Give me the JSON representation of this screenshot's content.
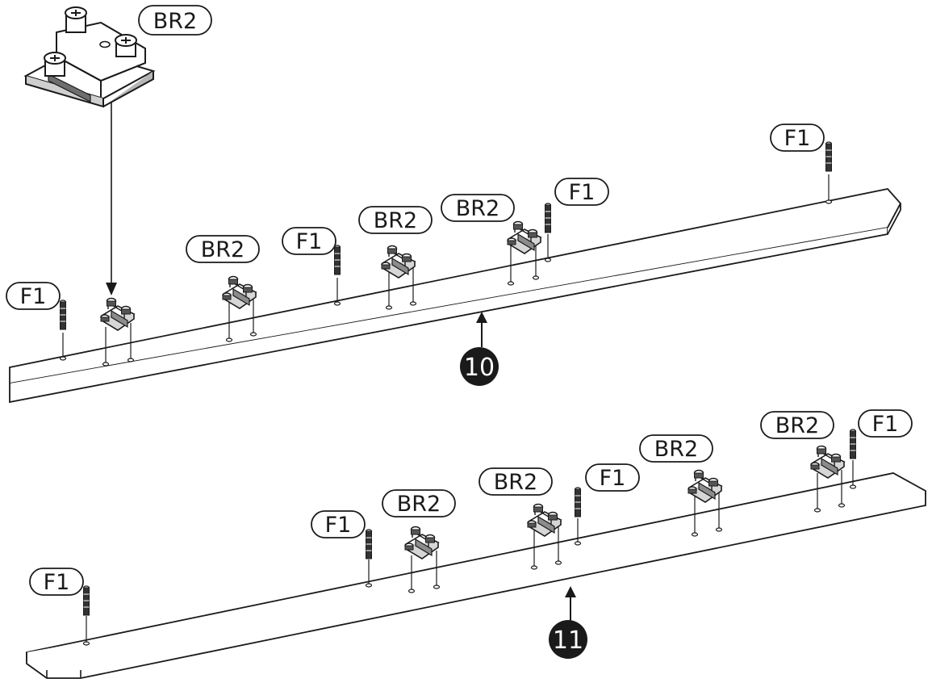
{
  "labels": {
    "bracket": "BR2",
    "dowel": "F1"
  },
  "steps": {
    "upper_panel": "10",
    "lower_panel": "11"
  },
  "colors": {
    "ink": "#1a1a1a",
    "paper": "#ffffff",
    "hardware_shade": "#8c8c8c"
  }
}
